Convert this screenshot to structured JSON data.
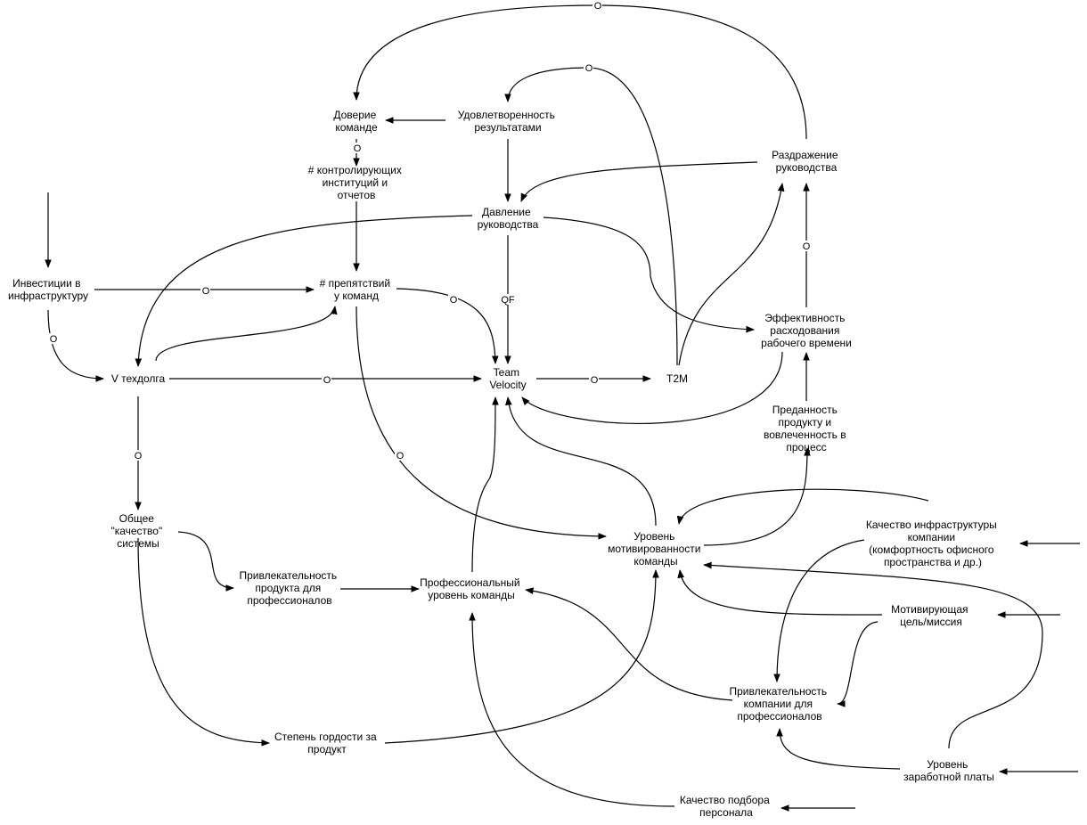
{
  "diagram": {
    "nodes": {
      "doverie": [
        "Доверие",
        "команде"
      ],
      "udovl": [
        "Удовлетворенность",
        "результатами"
      ],
      "kontrol": [
        "# контролирующих",
        "институций и",
        "отчетов"
      ],
      "razdr": [
        "Раздражение",
        "руководства"
      ],
      "davlenie": [
        "Давление",
        "руководства"
      ],
      "invest": [
        "Инвестиции в",
        "инфраструктуру"
      ],
      "prepyat": [
        "# препятствий",
        "у команд"
      ],
      "effekt": [
        "Эффективность",
        "расходования",
        "рабочего времени"
      ],
      "texdolg": [
        "V техдолга"
      ],
      "velocity": [
        "Team",
        "Velocity"
      ],
      "t2m": [
        "T2M"
      ],
      "predan": [
        "Преданность",
        "продукту и",
        "вовлеченность в",
        "процесс"
      ],
      "kachinfra": [
        "Качество инфраструктуры",
        "компании",
        "(комфортность офисного",
        "пространства и др.)"
      ],
      "obshee": [
        "Общее",
        "\"качество\"",
        "системы"
      ],
      "motiv": [
        "Уровень",
        "мотивированности",
        "команды"
      ],
      "privlprod": [
        "Привлекательность",
        "продукта для",
        "профессионалов"
      ],
      "proflevel": [
        "Профессиональный",
        "уровень команды"
      ],
      "missiya": [
        "Мотивирующая",
        "цель/миссия"
      ],
      "privlkomp": [
        "Привлекательность",
        "компании для",
        "профессионалов"
      ],
      "gordost": [
        "Степень гордости за",
        "продукт"
      ],
      "zarplata": [
        "Уровень",
        "заработной платы"
      ],
      "podbor": [
        "Качество подбора",
        "персонала"
      ]
    },
    "polarity_o": "O",
    "polarity_qf": "QF"
  }
}
